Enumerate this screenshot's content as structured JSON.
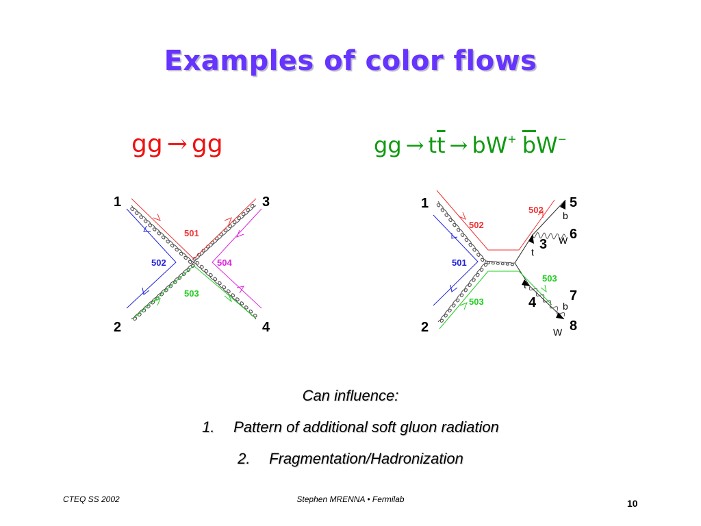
{
  "slide": {
    "title": "Examples of color flows",
    "process_left": {
      "lhs": "gg",
      "arrow": "→",
      "rhs": "gg"
    },
    "process_right": {
      "lhs": "gg",
      "arrow1": "→",
      "t": "t",
      "tbar": "t",
      "arrow2": "→",
      "b": "b",
      "w_plus": "W",
      "plus": "+",
      "bbar": "b",
      "w_minus": "W",
      "minus": "−"
    },
    "notes": {
      "heading": "Can influence:",
      "items": [
        {
          "num": "1.",
          "text": "Pattern of additional soft gluon radiation"
        },
        {
          "num": "2.",
          "text": "Fragmentation/Hadronization"
        }
      ]
    },
    "footer": {
      "left": "CTEQ SS 2002",
      "center": "Stephen MRENNA • Fermilab",
      "page": "10"
    }
  },
  "diagram_left": {
    "legs": [
      "1",
      "2",
      "3",
      "4"
    ],
    "flows": [
      "501",
      "502",
      "503",
      "504"
    ]
  },
  "diagram_right": {
    "legs": [
      "1",
      "2",
      "3",
      "4",
      "5",
      "6",
      "7",
      "8"
    ],
    "flows": [
      "501",
      "502",
      "503"
    ],
    "particles": {
      "t_top": "t",
      "t_bottom": "t",
      "b_top": "b",
      "b_bottom": "b",
      "w_top": "W",
      "w_bottom": "W"
    }
  },
  "colors": {
    "title": "#6633ff",
    "process_left": "#ee1111",
    "process_right": "#119911",
    "flow_red": "#ee3333",
    "flow_blue": "#2222dd",
    "flow_green": "#22cc22",
    "flow_magenta": "#dd22dd"
  }
}
